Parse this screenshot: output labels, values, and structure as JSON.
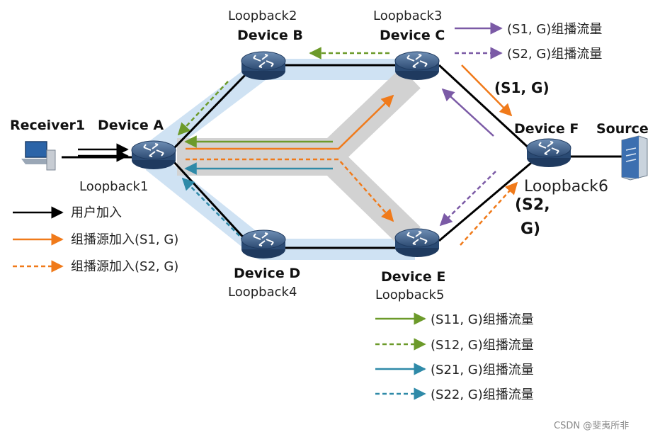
{
  "devices": {
    "a": {
      "name": "Device A",
      "loopback": "Loopback1"
    },
    "b": {
      "name": "Device B",
      "loopback": "Loopback2"
    },
    "c": {
      "name": "Device C",
      "loopback": "Loopback3"
    },
    "d": {
      "name": "Device D",
      "loopback": "Loopback4"
    },
    "e": {
      "name": "Device E",
      "loopback": "Loopback5"
    },
    "f": {
      "name": "Device F",
      "loopback": "Loopback6"
    }
  },
  "hosts": {
    "receiver": "Receiver1",
    "source": "Source"
  },
  "flow_labels": {
    "s1g": "(S1, G)",
    "s2g_line1": "(S2,",
    "s2g_line2": "G)"
  },
  "legend_left": [
    {
      "label": "用户加入",
      "color": "#000000",
      "style": "solid"
    },
    {
      "label": "组播源加入(S1, G)",
      "color": "#f07a1a",
      "style": "solid"
    },
    {
      "label": "组播源加入(S2, G)",
      "color": "#f07a1a",
      "style": "dashed"
    }
  ],
  "legend_top_right": [
    {
      "label": "(S1, G)组播流量",
      "color": "#7b5aa6",
      "style": "solid"
    },
    {
      "label": "(S2, G)组播流量",
      "color": "#7b5aa6",
      "style": "dashed"
    }
  ],
  "legend_bottom": [
    {
      "label": "(S11, G)组播流量",
      "color": "#6c9a2a",
      "style": "solid"
    },
    {
      "label": "(S12, G)组播流量",
      "color": "#6c9a2a",
      "style": "dashed"
    },
    {
      "label": "(S21, G)组播流量",
      "color": "#2f8aa8",
      "style": "solid"
    },
    {
      "label": "(S22, G)组播流量",
      "color": "#2f8aa8",
      "style": "dashed"
    }
  ],
  "watermark": "CSDN @斐夷所非"
}
